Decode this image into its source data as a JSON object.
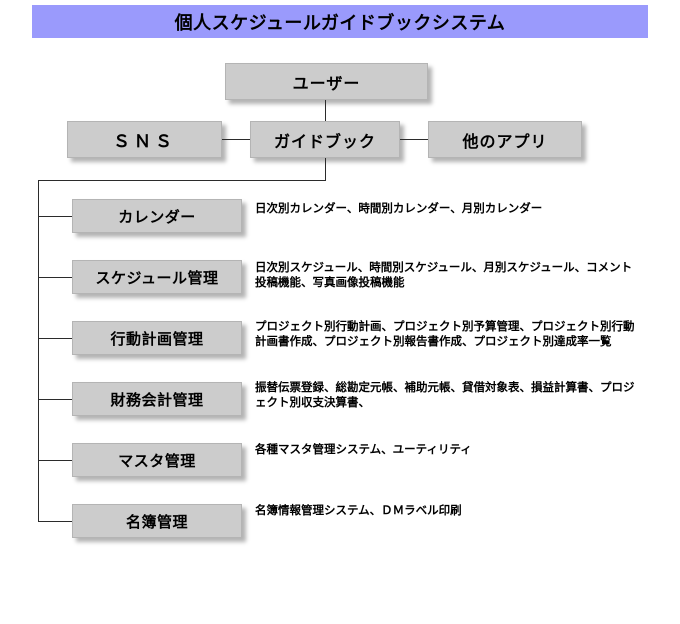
{
  "header": {
    "title": "個人スケジュールガイドブックシステム",
    "background_color": "#9a9afc"
  },
  "theme": {
    "box_fill": "#cccccc",
    "box_border": "#b4b4b4",
    "line_color": "#2b2b2b",
    "text_color": "#000000"
  },
  "top_nodes": {
    "user": "ユーザー",
    "sns": "ＳＮＳ",
    "guidebook": "ガイドブック",
    "other_apps": "他のアプリ"
  },
  "modules": [
    {
      "label": "カレンダー",
      "description": "日次別カレンダー、時間別カレンダー、月別カレンダー"
    },
    {
      "label": "スケジュール管理",
      "description": "日次別スケジュール、時間別スケジュール、月別スケジュール、コメント投稿機能、写真画像投稿機能"
    },
    {
      "label": "行動計画管理",
      "description": "プロジェクト別行動計画、プロジェクト別予算管理、プロジェクト別行動計画書作成、プロジェクト別報告書作成、プロジェクト別達成率一覧"
    },
    {
      "label": "財務会計管理",
      "description": "振替伝票登録、総勘定元帳、補助元帳、貸借対象表、損益計算書、プロジェクト別収支決算書、"
    },
    {
      "label": "マスタ管理",
      "description": "各種マスタ管理システム、ユーティリティ"
    },
    {
      "label": "名簿管理",
      "description": "名簿情報管理システム、ＤＭラベル印刷"
    }
  ]
}
